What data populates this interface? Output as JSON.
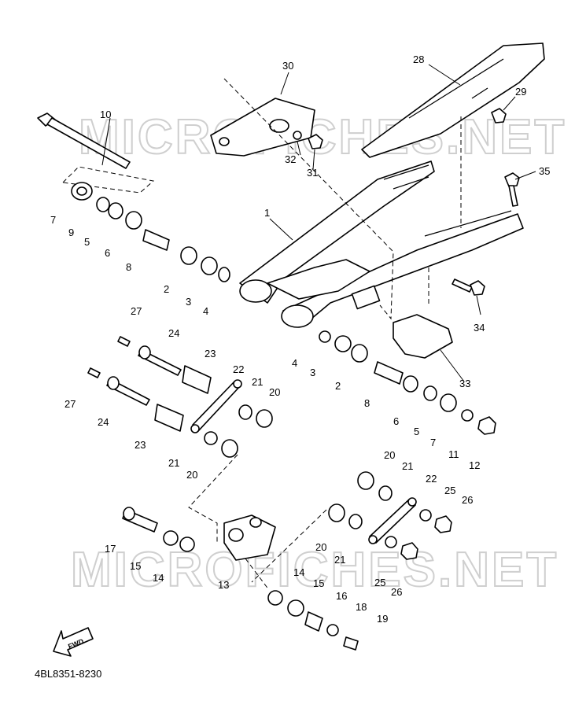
{
  "diagram": {
    "part_code": "4BL8351-8230",
    "fwd_label": "FWD",
    "watermarks": [
      "MICROFICHES.NET",
      "MICROFICHES.NET"
    ],
    "callouts": [
      "1",
      "2",
      "3",
      "4",
      "5",
      "6",
      "7",
      "8",
      "9",
      "10",
      "11",
      "12",
      "13",
      "14",
      "15",
      "16",
      "17",
      "18",
      "19",
      "20",
      "21",
      "22",
      "23",
      "24",
      "25",
      "26",
      "27",
      "28",
      "29",
      "30",
      "31",
      "32",
      "33",
      "34",
      "35"
    ],
    "callout_map": {
      "c1": "1",
      "c2a": "2",
      "c2b": "2",
      "c3a": "3",
      "c3b": "3",
      "c4a": "4",
      "c4b": "4",
      "c5a": "5",
      "c5b": "5",
      "c6a": "6",
      "c6b": "6",
      "c7a": "7",
      "c7b": "7",
      "c8a": "8",
      "c8b": "8",
      "c9": "9",
      "c10": "10",
      "c11": "11",
      "c12": "12",
      "c13": "13",
      "c14a": "14",
      "c14b": "14",
      "c15a": "15",
      "c15b": "15",
      "c16": "16",
      "c17": "17",
      "c18": "18",
      "c19": "19",
      "c20a": "20",
      "c20b": "20",
      "c20c": "20",
      "c20d": "20",
      "c21a": "21",
      "c21b": "21",
      "c21c": "21",
      "c21d": "21",
      "c22a": "22",
      "c22b": "22",
      "c23a": "23",
      "c23b": "23",
      "c24a": "24",
      "c24b": "24",
      "c25a": "25",
      "c25b": "25",
      "c26a": "26",
      "c26b": "26",
      "c27a": "27",
      "c27b": "27",
      "c28": "28",
      "c29": "29",
      "c30": "30",
      "c31": "31",
      "c32": "32",
      "c33": "33",
      "c34": "34",
      "c35": "35"
    }
  }
}
